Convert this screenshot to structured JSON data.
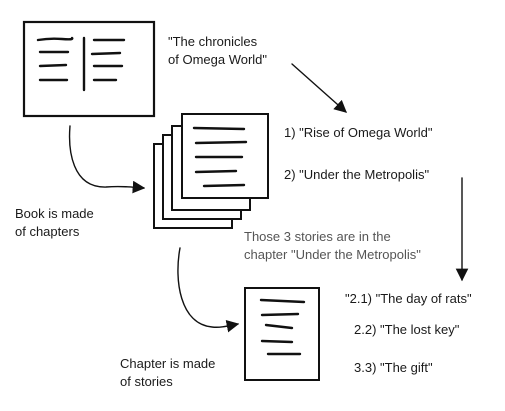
{
  "book": {
    "title_line1": "\"The chronicles",
    "title_line2": "of Omega World\"",
    "caption_line1": "Book is made",
    "caption_line2": "of chapters"
  },
  "chapters": {
    "items": [
      "1) \"Rise of Omega World\"",
      "2) \"Under the Metropolis\""
    ],
    "note_line1": "Those 3 stories are in the",
    "note_line2": "chapter \"Under the Metropolis\"",
    "caption_line1": "Chapter is made",
    "caption_line2": "of stories"
  },
  "stories": {
    "items": [
      "\"2.1) \"The day of rats\"",
      "2.2) \"The lost key\"",
      "3.3) \"The gift\""
    ]
  },
  "colors": {
    "ink": "#111111",
    "note_text": "#555555",
    "background": "#ffffff"
  }
}
